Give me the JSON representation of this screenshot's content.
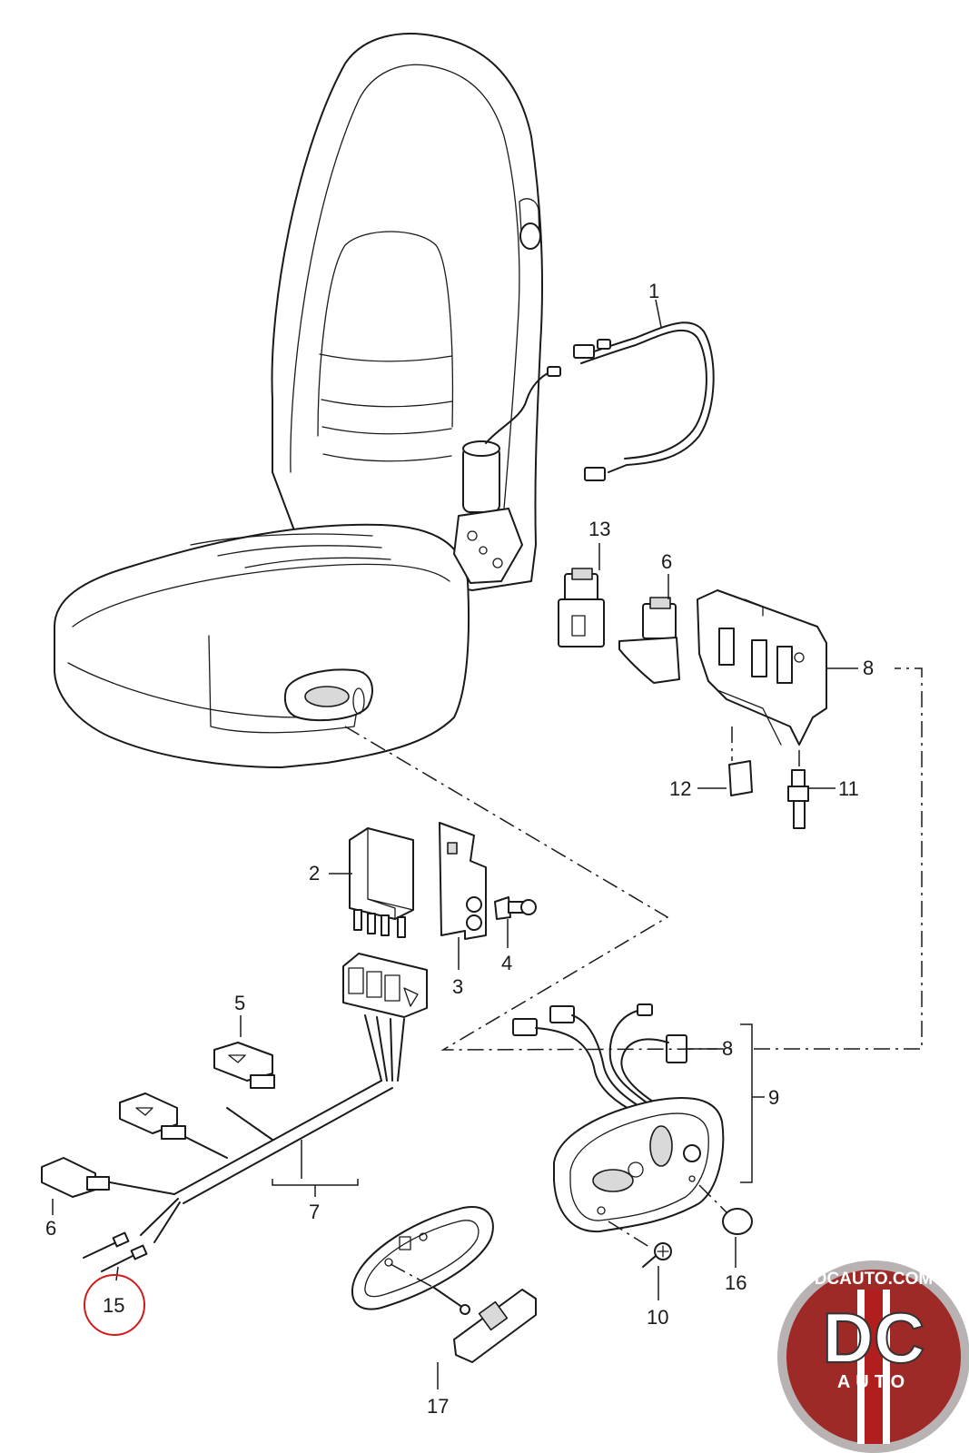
{
  "diagram": {
    "callouts": [
      {
        "id": "1",
        "text": "1"
      },
      {
        "id": "2",
        "text": "2"
      },
      {
        "id": "3",
        "text": "3"
      },
      {
        "id": "4",
        "text": "4"
      },
      {
        "id": "5",
        "text": "5"
      },
      {
        "id": "6a",
        "text": "6"
      },
      {
        "id": "6b",
        "text": "6"
      },
      {
        "id": "7",
        "text": "7"
      },
      {
        "id": "8a",
        "text": "8"
      },
      {
        "id": "8b",
        "text": "8"
      },
      {
        "id": "9",
        "text": "9"
      },
      {
        "id": "10",
        "text": "10"
      },
      {
        "id": "11",
        "text": "11"
      },
      {
        "id": "12",
        "text": "12"
      },
      {
        "id": "13",
        "text": "13"
      },
      {
        "id": "15",
        "text": "15"
      },
      {
        "id": "16",
        "text": "16"
      },
      {
        "id": "17",
        "text": "17"
      }
    ],
    "highlighted_callout": "15",
    "highlight_color": "#d11a1a"
  },
  "logo": {
    "top_text": "DCAUTO.COM",
    "main_text": "DC",
    "sub_text": "AUTO",
    "colors": {
      "ring": "#b8b2b2",
      "field": "#9e2a28",
      "band": "#ffffff",
      "stripe": "#b01e1e"
    }
  }
}
